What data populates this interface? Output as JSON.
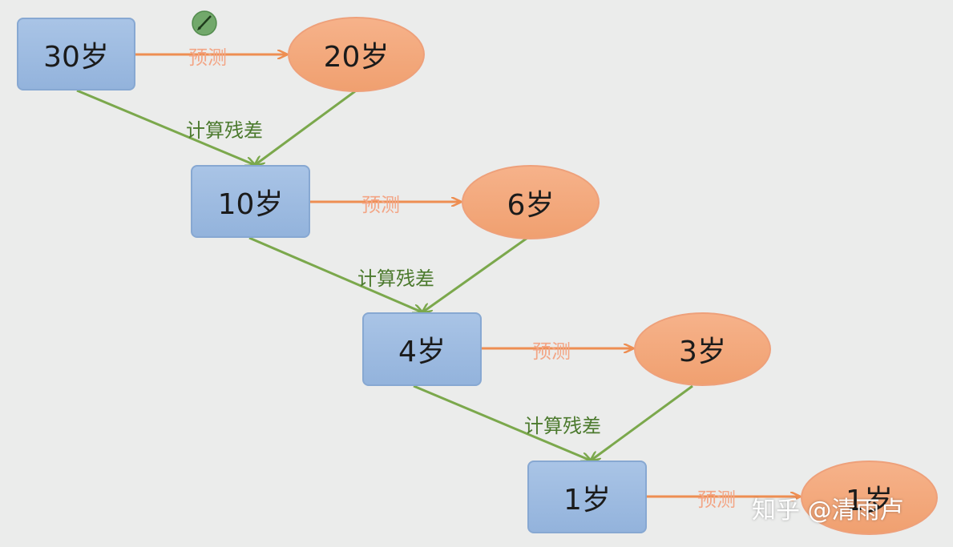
{
  "diagram": {
    "steps": [
      {
        "target": "30岁",
        "prediction": "20岁"
      },
      {
        "target": "10岁",
        "prediction": "6岁"
      },
      {
        "target": "4岁",
        "prediction": "3岁"
      },
      {
        "target": "1岁",
        "prediction": "1岁"
      }
    ],
    "predict_label": "预测",
    "residual_label": "计算残差",
    "colors": {
      "box": "#9bb9e0",
      "ellipse": "#f3a77c",
      "predict_arrow": "#ee8e52",
      "residual_arrow": "#7ba84c"
    }
  },
  "watermark": "知乎 @清雨卢",
  "icons": {
    "pen": "pen-marker-icon"
  }
}
